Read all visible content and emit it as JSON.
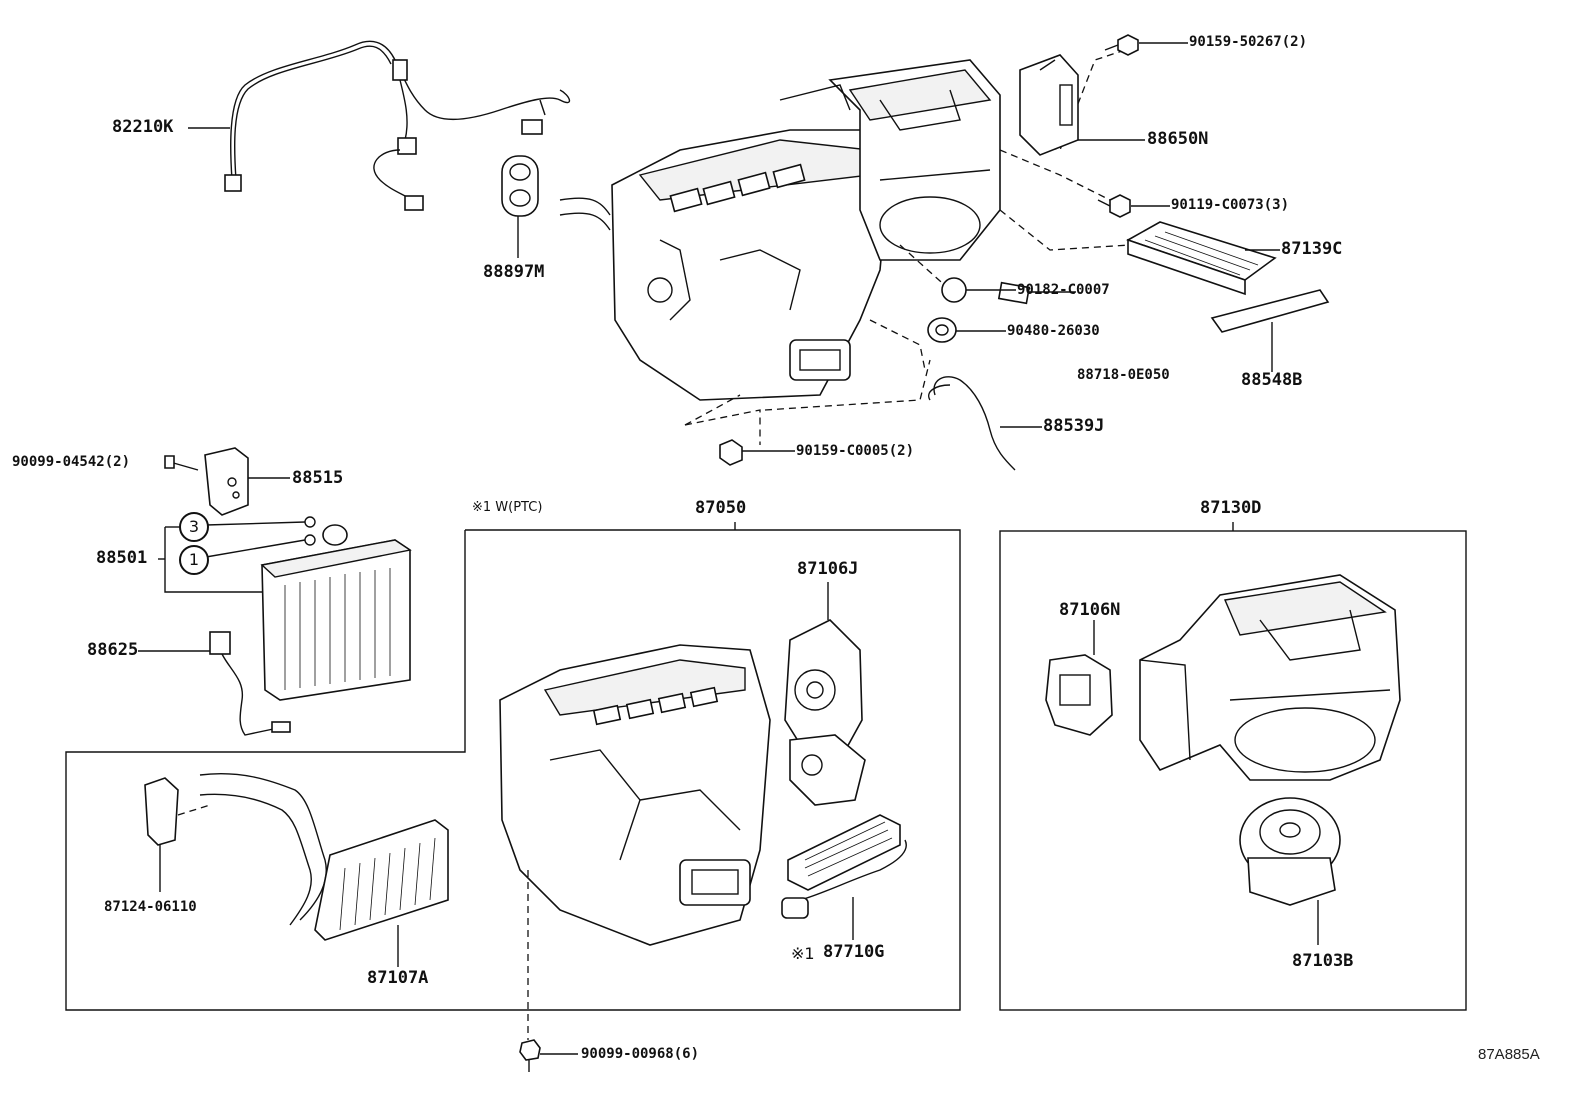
{
  "parts": {
    "p82210K": "82210K",
    "p88897M": "88897M",
    "p90159_50267": "90159-50267(2)",
    "p88650N": "88650N",
    "p90119_C0073": "90119-C0073(3)",
    "p87139C": "87139C",
    "p90182_C0007": "90182-C0007",
    "p90480_26030": "90480-26030",
    "p88718_0E050": "88718-0E050",
    "p88548B": "88548B",
    "p88539J": "88539J",
    "p90159_C0005": "90159-C0005(2)",
    "p90099_04542": "90099-04542(2)",
    "p88515": "88515",
    "p88501": "88501",
    "p88625": "88625",
    "p87050": "87050",
    "p87106J": "87106J",
    "p87130D": "87130D",
    "p87106N": "87106N",
    "p87124_06110": "87124-06110",
    "p87107A": "87107A",
    "p87710G": "87710G",
    "p87103B": "87103B",
    "p90099_00968": "90099-00968(6)"
  },
  "callouts": {
    "c3": "3",
    "c1": "1"
  },
  "notes": {
    "note_ptc": "※1 W(PTC)",
    "note_ref": "※1"
  },
  "reference_code": "87A885A"
}
